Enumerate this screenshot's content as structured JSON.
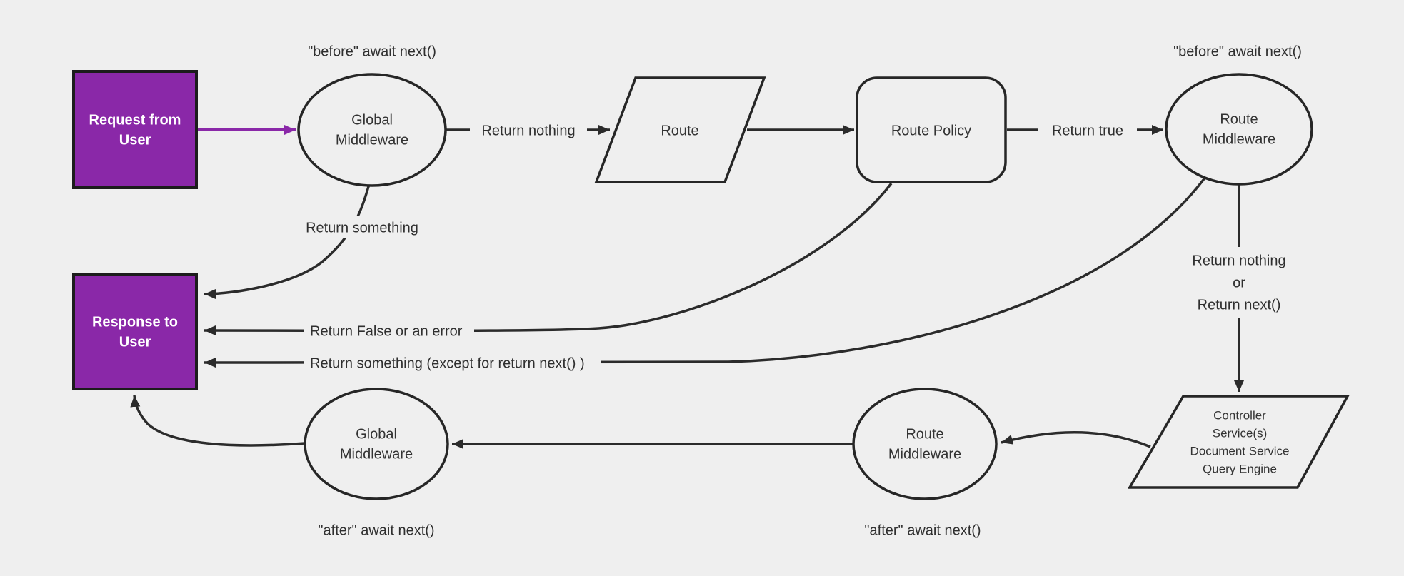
{
  "colors": {
    "background": "#efefef",
    "node_fill": "#efefef",
    "stroke": "#2b2b2b",
    "purple": "#8a28a8",
    "node_text": "#333333",
    "box_text": "#ffffff"
  },
  "nodes": {
    "request_user": {
      "label_lines": [
        "Request from",
        "User"
      ]
    },
    "global_mw_top": {
      "label_lines": [
        "Global",
        "Middleware"
      ]
    },
    "route": {
      "label_lines": [
        "Route"
      ]
    },
    "route_policy": {
      "label_lines": [
        "Route Policy"
      ]
    },
    "route_mw_top": {
      "label_lines": [
        "Route",
        "Middleware"
      ]
    },
    "response_user": {
      "label_lines": [
        "Response to",
        "User"
      ]
    },
    "controller": {
      "label_lines": [
        "Controller",
        "Service(s)",
        "Document Service",
        "Query Engine"
      ]
    },
    "route_mw_bottom": {
      "label_lines": [
        "Route",
        "Middleware"
      ]
    },
    "global_mw_bottom": {
      "label_lines": [
        "Global",
        "Middleware"
      ]
    }
  },
  "labels": {
    "before_left": "\"before\" await next()",
    "before_right": "\"before\" await next()",
    "return_nothing": "Return nothing",
    "return_true": "Return true",
    "return_something": "Return something",
    "return_false": "Return False or an error",
    "return_something_except": "Return something (except for return next() )",
    "return_nothing_or_line1": "Return nothing",
    "return_nothing_or_line2": "or",
    "return_nothing_or_line3": "Return next()",
    "after_left": "\"after\" await next()",
    "after_middle": "\"after\" await next()"
  }
}
